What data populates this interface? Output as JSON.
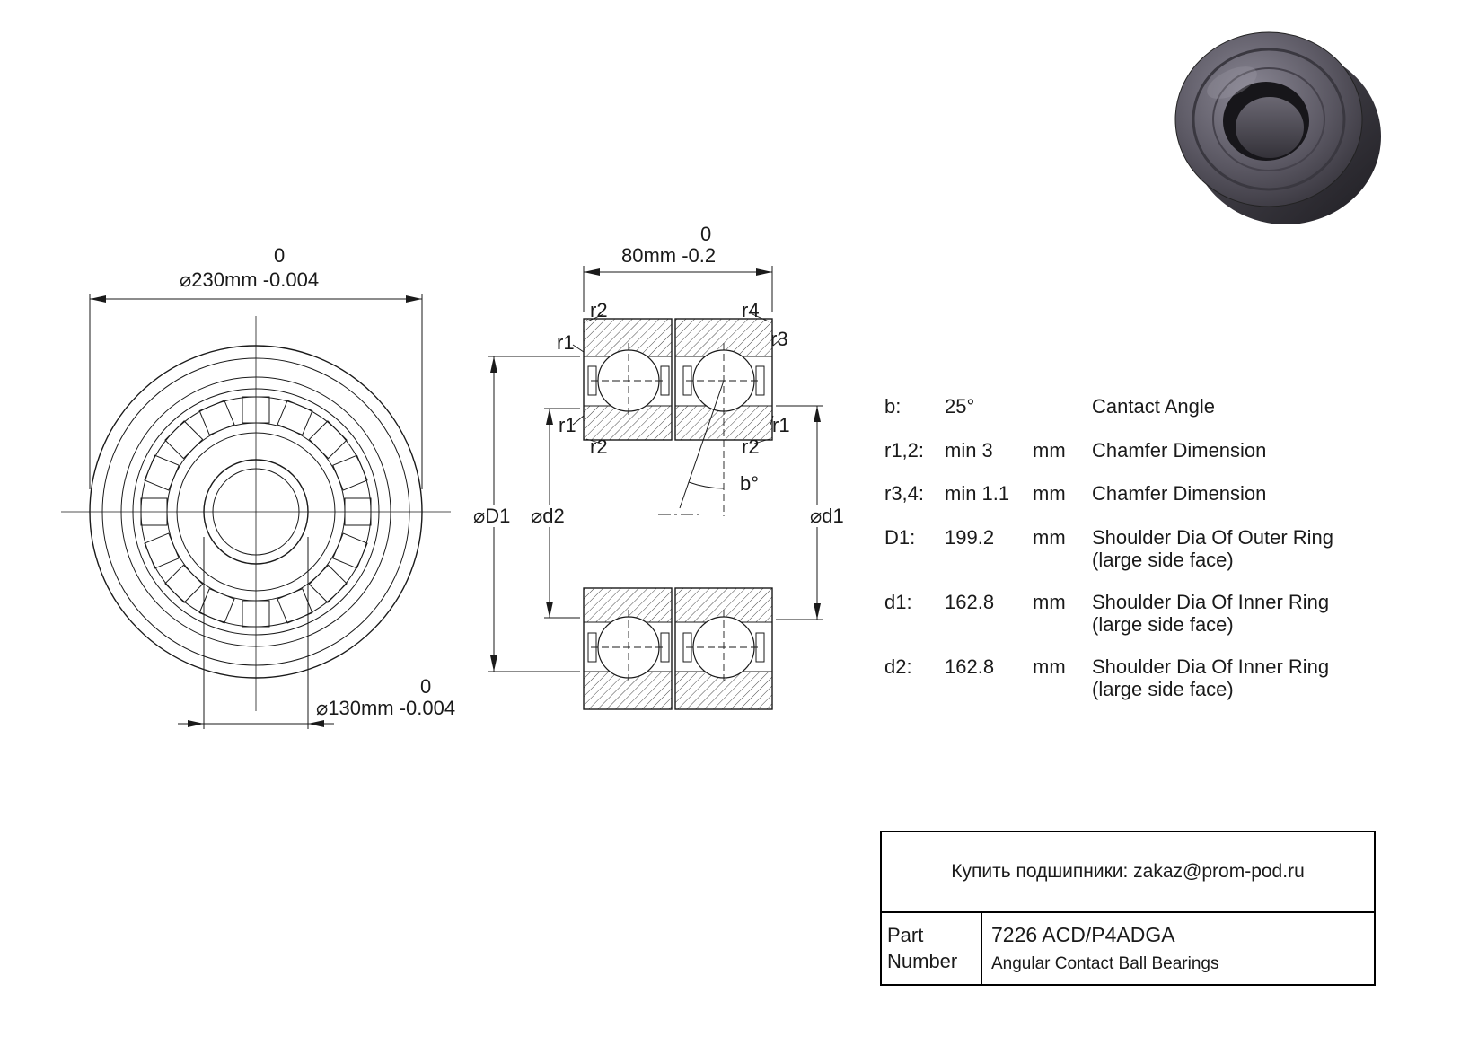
{
  "colors": {
    "line": "#1a1a1a",
    "background": "#ffffff"
  },
  "front_view": {
    "outer_dia": {
      "upper_tol": "0",
      "label": "⌀230mm -0.004"
    },
    "bore_dia": {
      "upper_tol": "0",
      "label": "⌀130mm -0.004"
    }
  },
  "section_view": {
    "width_dim": {
      "upper_tol": "0",
      "label": "80mm -0.2"
    },
    "labels": {
      "r2_top_left": "r2",
      "r4_top_right": "r4",
      "r1_left_upper": "r1",
      "r3_right_upper": "r3",
      "r1_left_lower": "r1",
      "r2_bottom_left": "r2",
      "r1_right_lower": "r1",
      "r2_bottom_right": "r2",
      "contact_angle": "b°",
      "dia_D1": "⌀D1",
      "dia_d2": "⌀d2",
      "dia_d1": "⌀d1"
    }
  },
  "specs": [
    {
      "key": "b:",
      "value": "25°",
      "unit": "",
      "desc": "Cantact Angle",
      "desc2": ""
    },
    {
      "key": "r1,2:",
      "value": "min 3",
      "unit": "mm",
      "desc": "Chamfer Dimension",
      "desc2": ""
    },
    {
      "key": "r3,4:",
      "value": "min 1.1",
      "unit": "mm",
      "desc": "Chamfer Dimension",
      "desc2": ""
    },
    {
      "key": "D1:",
      "value": "199.2",
      "unit": "mm",
      "desc": "Shoulder Dia Of Outer Ring",
      "desc2": "(large side face)"
    },
    {
      "key": "d1:",
      "value": "162.8",
      "unit": "mm",
      "desc": "Shoulder Dia Of Inner Ring",
      "desc2": "(large side face)"
    },
    {
      "key": "d2:",
      "value": "162.8",
      "unit": "mm",
      "desc": "Shoulder Dia Of Inner Ring",
      "desc2": "(large side face)"
    }
  ],
  "info_table": {
    "contact_line": "Купить подшипники: zakaz@prom-pod.ru",
    "part_label": "Part Number",
    "part_number": "7226 ACD/P4ADGA",
    "part_category": "Angular Contact Ball Bearings"
  }
}
